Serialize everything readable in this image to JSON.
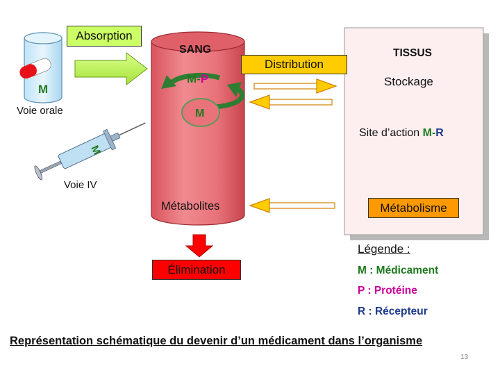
{
  "absorption": {
    "label": "Absorption"
  },
  "oral": {
    "pill_letter": "M",
    "label": "Voie orale"
  },
  "iv": {
    "syringe_letter": "M",
    "label": "Voie IV"
  },
  "blood": {
    "title": "SANG",
    "complex_m": "M",
    "complex_dash": "-",
    "complex_p": "P",
    "free_m": "M",
    "metabolites": "Métabolites"
  },
  "distribution": {
    "label": "Distribution"
  },
  "tissue": {
    "title": "TISSUS",
    "storage": "Stockage",
    "site_prefix": "Site d’action ",
    "site_m": "M",
    "site_dash": "-",
    "site_r": "R",
    "metabolism": "Métabolisme"
  },
  "elimination": {
    "label": "Élimination"
  },
  "legend": {
    "title": "Légende :",
    "items": [
      "M : Médicament",
      "P : Protéine",
      "R : Récepteur"
    ]
  },
  "colors": {
    "absorption_bg": "#ccff66",
    "distribution_bg": "#ffcc00",
    "metabolism_bg": "#ff9900",
    "elimination_bg": "#ff0000",
    "blood_fill": "#e8737a",
    "tissue_fill": "#fdeef0",
    "drug_green": "#1f7a1f",
    "protein_magenta": "#cc0099",
    "receptor_blue": "#1f3a8a",
    "arrow_orange": "#ff9900"
  },
  "caption": "Représentation schématique du devenir d’un médicament dans l’organisme",
  "page_number": "13"
}
